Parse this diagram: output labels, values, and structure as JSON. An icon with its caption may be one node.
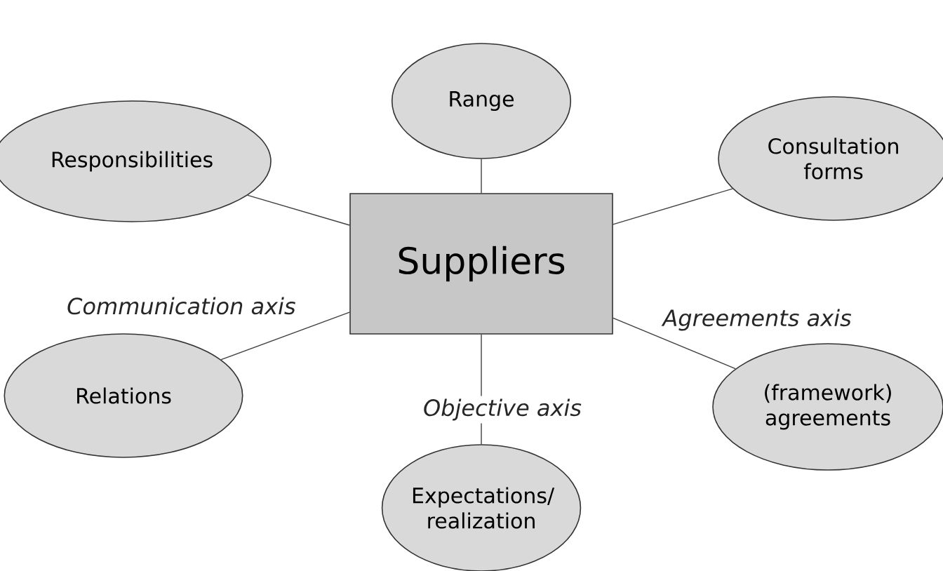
{
  "diagram": {
    "nodes": [
      {
        "text": [
          "Range"
        ]
      },
      {
        "text": [
          "Responsibilities"
        ]
      },
      {
        "text": [
          "Consultation forms"
        ]
      },
      {
        "text": [
          "Suppliers"
        ]
      },
      {
        "text": [
          "Relations"
        ]
      },
      {
        "text": [
          "(framework) agreements"
        ]
      },
      {
        "text": [
          "Expectations/ realization"
        ]
      }
    ],
    "edges": [
      {
        "from": 3,
        "to": 0,
        "arrow": "none"
      },
      {
        "from": 3,
        "to": 1,
        "arrow": "none"
      },
      {
        "from": 3,
        "to": 2,
        "arrow": "none"
      },
      {
        "from": 3,
        "to": 4,
        "arrow": "none",
        "label": "Communication axis"
      },
      {
        "from": 3,
        "to": 5,
        "arrow": "none",
        "label": "Agreements axis"
      },
      {
        "from": 3,
        "to": 6,
        "arrow": "none",
        "label": "Objective axis"
      }
    ]
  }
}
